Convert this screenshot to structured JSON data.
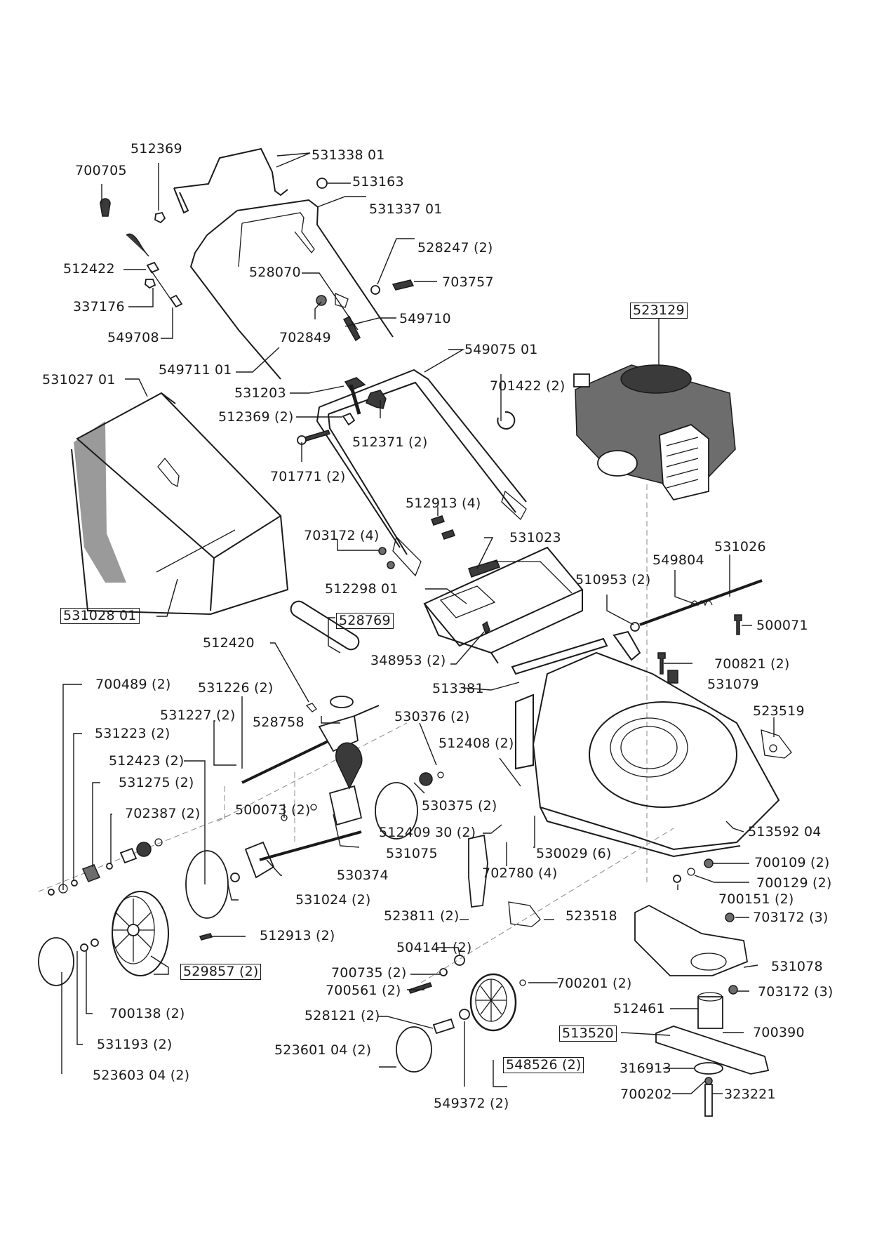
{
  "diagram": {
    "type": "exploded-parts-diagram",
    "subject": "walk-behind lawn mower",
    "colors": {
      "ink": "#1a1a1a",
      "shade": "#9a9a9a",
      "engine": "#6d6d6d",
      "background": "#ffffff"
    }
  },
  "labels": {
    "p512369_top": "512369",
    "p700705": "700705",
    "p531338": "531338 01",
    "p513163": "513163",
    "p531337": "531337 01",
    "p528247": "528247 (2)",
    "p512422": "512422",
    "p528070": "528070",
    "p703757": "703757",
    "p337176": "337176",
    "p549710": "549710",
    "p549708": "549708",
    "p702849": "702849",
    "p523129": "523129",
    "p549711": "549711 01",
    "p549075": "549075 01",
    "p531027": "531027 01",
    "p531203": "531203",
    "p701422": "701422 (2)",
    "p512369_2": "512369 (2)",
    "p512371": "512371 (2)",
    "p701771": "701771 (2)",
    "p512913_4": "512913 (4)",
    "p703172_4": "703172 (4)",
    "p531023": "531023",
    "p531026": "531026",
    "p549804": "549804",
    "p510953": "510953 (2)",
    "p512298": "512298 01",
    "p500071": "500071",
    "p531028": "531028 01",
    "p528769": "528769",
    "p512420": "512420",
    "p348953": "348953 (2)",
    "p700821": "700821 (2)",
    "p700489": "700489 (2)",
    "p531226": "531226 (2)",
    "p531079": "531079",
    "p513381": "513381",
    "p531227": "531227 (2)",
    "p528758": "528758",
    "p530376": "530376 (2)",
    "p523519": "523519",
    "p531223": "531223 (2)",
    "p512408": "512408 (2)",
    "p512423": "512423 (2)",
    "p531275": "531275 (2)",
    "p500073": "500073 (2)",
    "p530375": "530375 (2)",
    "p702387": "702387 (2)",
    "p512409": "512409 30 (2)",
    "p513592": "513592 04",
    "p531075": "531075",
    "p530029": "530029 (6)",
    "p700109": "700109 (2)",
    "p530374": "530374",
    "p702780": "702780 (4)",
    "p700129": "700129 (2)",
    "p531024": "531024 (2)",
    "p700151": "700151 (2)",
    "p523811": "523811 (2)",
    "p523518": "523518",
    "p703172_3a": "703172 (3)",
    "p512913_2": "512913 (2)",
    "p504141": "504141 (2)",
    "p529857": "529857 (2)",
    "p531078": "531078",
    "p700735": "700735 (2)",
    "p700201": "700201 (2)",
    "p700561": "700561 (2)",
    "p703172_3b": "703172 (3)",
    "p700138": "700138 (2)",
    "p528121": "528121 (2)",
    "p512461": "512461",
    "p513520": "513520",
    "p700390": "700390",
    "p531193": "531193 (2)",
    "p523601": "523601 04 (2)",
    "p548526": "548526 (2)",
    "p316913": "316913",
    "p523603": "523603 04 (2)",
    "p700202": "700202",
    "p323221": "323221",
    "p549372": "549372 (2)"
  }
}
